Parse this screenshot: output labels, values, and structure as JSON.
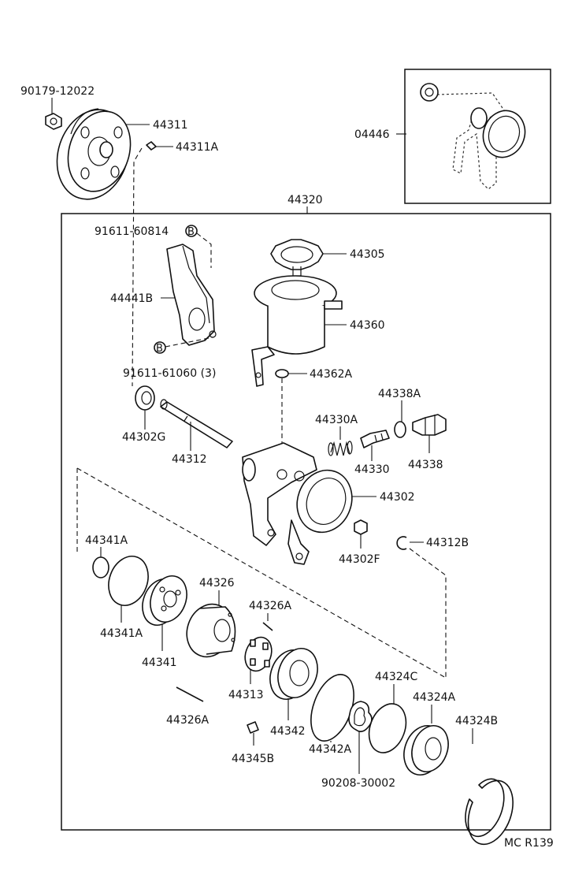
{
  "labels": {
    "p90179": "90179-12022",
    "p44311": "44311",
    "p44311a": "44311A",
    "p04446": "04446",
    "p44320": "44320",
    "p91611_60814": "91611-60814",
    "p44441b": "44441B",
    "p91611_61060": "91611-61060 (3)",
    "p44305": "44305",
    "p44360": "44360",
    "p44362a": "44362A",
    "p44338a": "44338A",
    "p44330a": "44330A",
    "p44330": "44330",
    "p44338": "44338",
    "p44302g": "44302G",
    "p44312": "44312",
    "p44302": "44302",
    "p44341a_top": "44341A",
    "p44302f": "44302F",
    "p44312b": "44312B",
    "p44326": "44326",
    "p44326a_top": "44326A",
    "p44341a_bottom": "44341A",
    "p44341": "44341",
    "p44324c": "44324C",
    "p44313": "44313",
    "p44324a": "44324A",
    "p44324b": "44324B",
    "p44326a_bottom": "44326A",
    "p44342": "44342",
    "p44342a": "44342A",
    "p90208": "90208-30002",
    "p44345b": "44345B",
    "bolt_marker": "B"
  },
  "caption": "MC R139"
}
